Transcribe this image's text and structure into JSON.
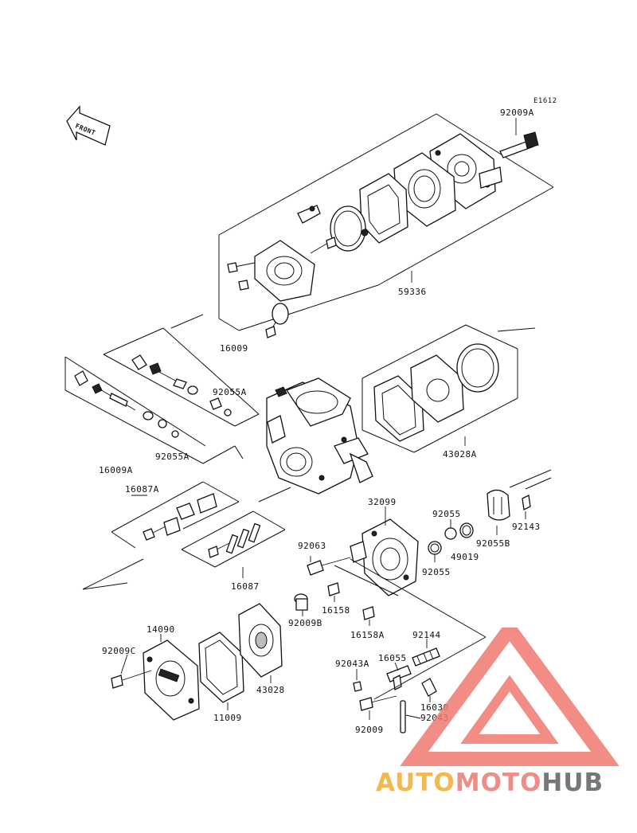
{
  "diagram": {
    "code": "E1612",
    "front_arrow": "FRONT",
    "labels": {
      "p92009A": "92009A",
      "p59336": "59336",
      "p16009": "16009",
      "p92055A_1": "92055A",
      "p92055A_2": "92055A",
      "p16009A": "16009A",
      "p43028A": "43028A",
      "p16087A": "16087A",
      "p32099": "32099",
      "p92055_1": "92055",
      "p92055_2": "92055",
      "p92143": "92143",
      "p92055B": "92055B",
      "p49019": "49019",
      "p92063": "92063",
      "p16087": "16087",
      "p16158": "16158",
      "p92009B": "92009B",
      "p16158A": "16158A",
      "p14090": "14090",
      "p92009C": "92009C",
      "p92144": "92144",
      "p16055": "16055",
      "p92043A": "92043A",
      "p43028": "43028",
      "p11009": "11009",
      "p16030": "16030",
      "p92043": "92043",
      "p92009": "92009"
    }
  },
  "watermark": {
    "part1": "AUTO",
    "part2": "MOTO",
    "part3": "HUB",
    "colors": {
      "auto": "#f5b84f",
      "moto": "#ee8c86",
      "hub": "#777777",
      "triangle": "#f07a72"
    }
  }
}
